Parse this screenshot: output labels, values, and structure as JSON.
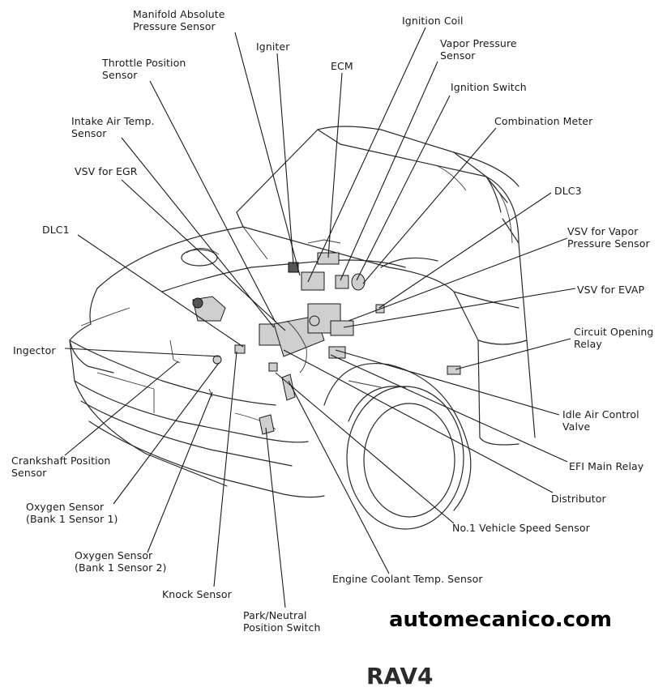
{
  "labels": {
    "map_sensor": "Manifold Absolute\nPressure Sensor",
    "igniter": "Igniter",
    "ignition_coil": "Ignition Coil",
    "ecm": "ECM",
    "vapor_pressure_sensor": "Vapor Pressure\nSensor",
    "throttle_position_sensor": "Throttle Position\nSensor",
    "ignition_switch": "Ignition Switch",
    "intake_air_temp_sensor": "Intake Air Temp.\nSensor",
    "combination_meter": "Combination Meter",
    "vsv_egr": "VSV for EGR",
    "dlc3": "DLC3",
    "dlc1": "DLC1",
    "vsv_vapor_pressure_sensor": "VSV for Vapor\nPressure Sensor",
    "vsv_evap": "VSV for EVAP",
    "ingector": "Ingector",
    "circuit_opening_relay": "Circuit Opening\nRelay",
    "idle_air_control_valve": "Idle Air Control\nValve",
    "crankshaft_position_sensor": "Crankshaft Position\nSensor",
    "efi_main_relay": "EFI Main Relay",
    "distributor": "Distributor",
    "oxygen_sensor_1": "Oxygen Sensor\n(Bank 1 Sensor 1)",
    "vehicle_speed_sensor": "No.1 Vehicle Speed Sensor",
    "oxygen_sensor_2": "Oxygen Sensor\n(Bank 1 Sensor 2)",
    "engine_coolant_temp_sensor": "Engine Coolant Temp. Sensor",
    "knock_sensor": "Knock Sensor",
    "park_neutral_switch": "Park/Neutral\nPosition Switch"
  },
  "watermark": "automecanico.com",
  "model": "RAV4"
}
